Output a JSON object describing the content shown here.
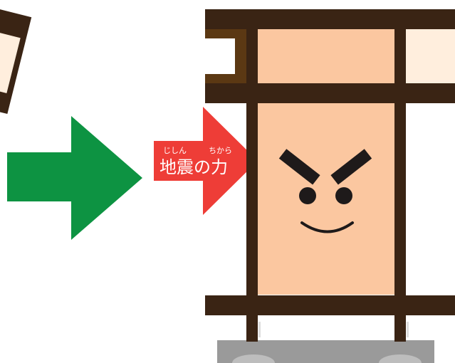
{
  "label": {
    "kanji": "地震の力",
    "ruby_left": "じしん",
    "ruby_right": "ちから"
  },
  "colors": {
    "frame_brown": "#3a2414",
    "panel_peach": "#fbc7a0",
    "panel_light": "#ffeedd",
    "arrow_green": "#0d9342",
    "arrow_red": "#ee3d37",
    "ground_gray": "#9a9a9a",
    "face_dark": "#1e1a1a"
  }
}
